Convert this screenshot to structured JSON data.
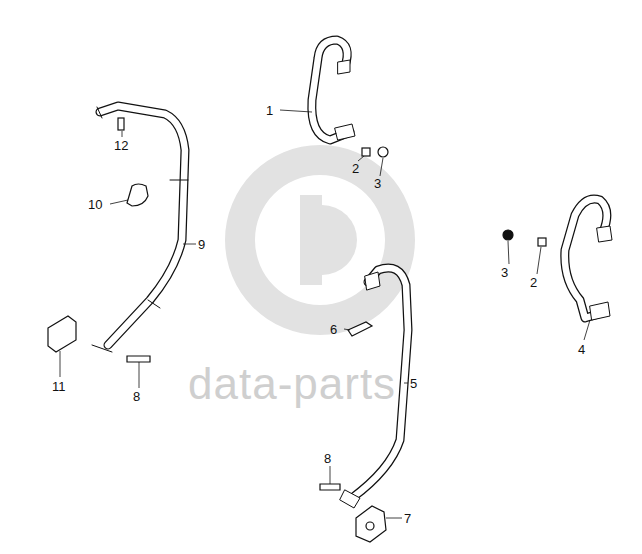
{
  "diagram": {
    "labels": [
      "1",
      "12",
      "2",
      "3",
      "10",
      "9",
      "3",
      "2",
      "6",
      "4",
      "11",
      "8",
      "5",
      "8",
      "7",
      "data-parts"
    ]
  }
}
